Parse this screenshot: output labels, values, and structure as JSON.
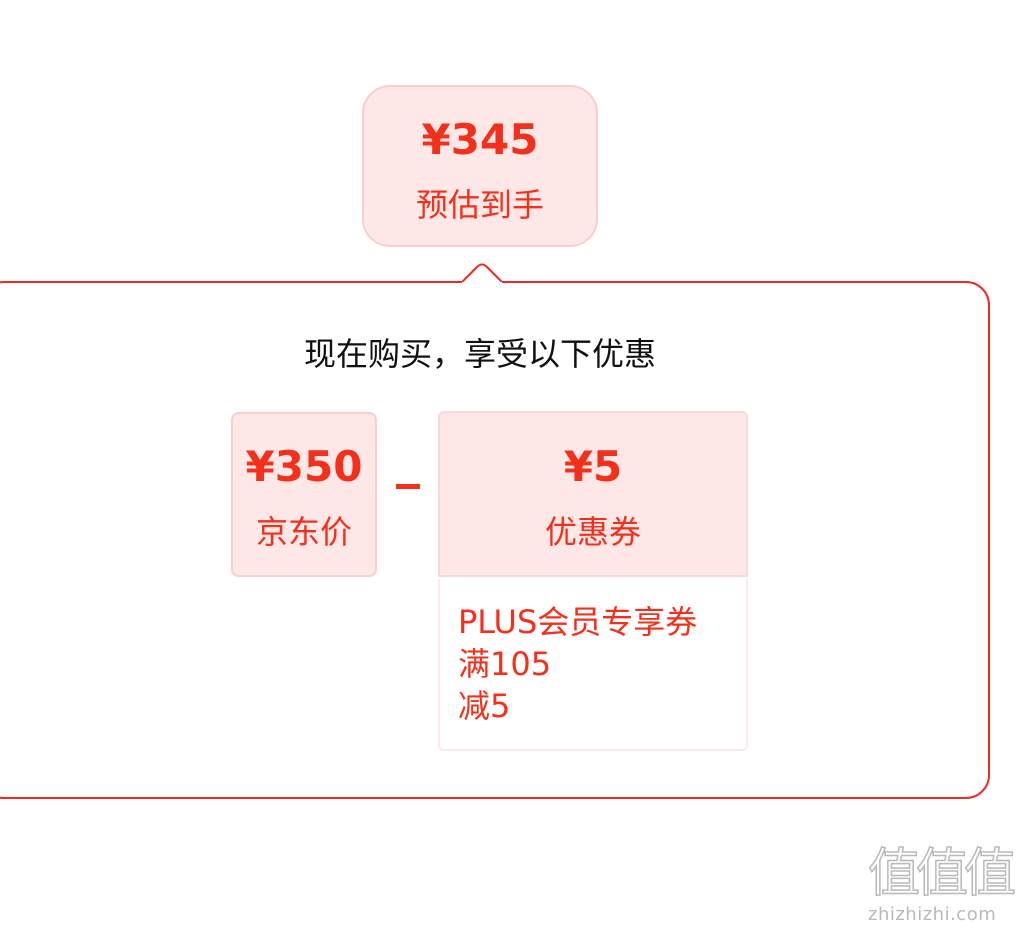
{
  "estimate": {
    "price": "¥345",
    "label": "预估到手"
  },
  "offer": {
    "title": "现在购买，享受以下优惠"
  },
  "jd_price": {
    "price": "¥350",
    "label": "京东价"
  },
  "operator": "-",
  "coupon": {
    "price": "¥5",
    "label": "优惠券",
    "detail_lines": [
      "PLUS会员专享券",
      "满105",
      "减5"
    ]
  },
  "watermark": {
    "glyphs": "值值值",
    "domain": "zhizhizhi.com"
  },
  "colors": {
    "accent": "#f2301c",
    "panel_border": "#ee2a24",
    "tint_bg": "#fde7e7",
    "tint_border": "#f8cfcf",
    "watermark": "#b9b9b9"
  }
}
